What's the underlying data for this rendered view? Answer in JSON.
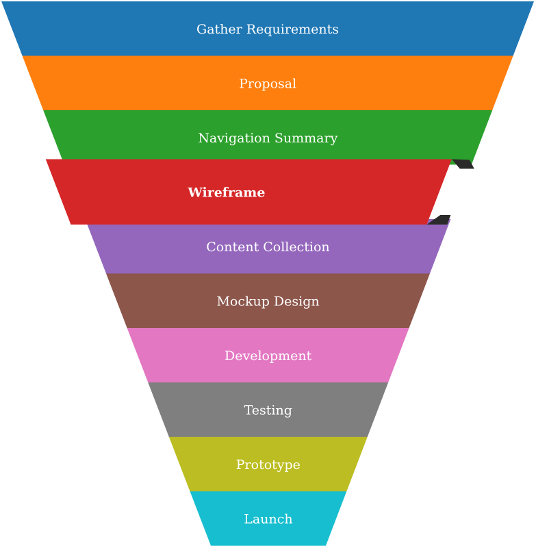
{
  "funnel": {
    "stages": [
      {
        "label": "Gather Requirements",
        "color": "#1f77b4",
        "highlighted": false
      },
      {
        "label": "Proposal",
        "color": "#ff7f0e",
        "highlighted": false
      },
      {
        "label": "Navigation Summary",
        "color": "#2ca02c",
        "highlighted": false
      },
      {
        "label": "Wireframe",
        "color": "#d62728",
        "highlighted": true
      },
      {
        "label": "Content Collection",
        "color": "#9467bd",
        "highlighted": false
      },
      {
        "label": "Mockup Design",
        "color": "#8c564b",
        "highlighted": false
      },
      {
        "label": "Development",
        "color": "#e377c2",
        "highlighted": false
      },
      {
        "label": "Testing",
        "color": "#7f7f7f",
        "highlighted": false
      },
      {
        "label": "Prototype",
        "color": "#bcbd22",
        "highlighted": false
      },
      {
        "label": "Launch",
        "color": "#17becf",
        "highlighted": false
      }
    ],
    "shadow_color": "#2a2a2a"
  }
}
